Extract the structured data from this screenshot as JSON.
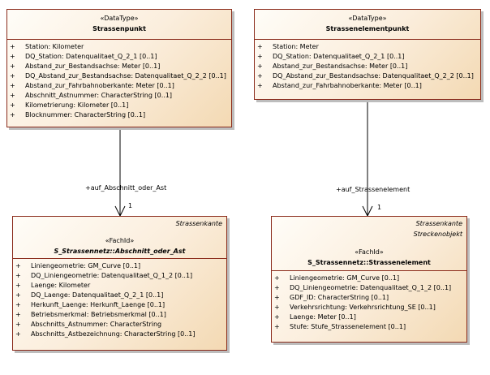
{
  "classes": {
    "strassenpunkt": {
      "stereotype": "«DataType»",
      "name": "Strassenpunkt",
      "attributes": [
        {
          "vis": "+",
          "text": "Station: Kilometer"
        },
        {
          "vis": "+",
          "text": "DQ_Station: Datenqualitaet_Q_2_1 [0..1]"
        },
        {
          "vis": "+",
          "text": "Abstand_zur_Bestandsachse: Meter [0..1]"
        },
        {
          "vis": "+",
          "text": "DQ_Abstand_zur_Bestandsachse: Datenqualitaet_Q_2_2 [0..1]"
        },
        {
          "vis": "+",
          "text": "Abstand_zur_Fahrbahnoberkante: Meter [0..1]"
        },
        {
          "vis": "+",
          "text": "Abschnitt_Astnummer: CharacterString [0..1]"
        },
        {
          "vis": "+",
          "text": "Kilometrierung: Kilometer [0..1]"
        },
        {
          "vis": "+",
          "text": "Blocknummer: CharacterString [0..1]"
        }
      ]
    },
    "strassenelementpunkt": {
      "stereotype": "«DataType»",
      "name": "Strassenelementpunkt",
      "attributes": [
        {
          "vis": "+",
          "text": "Station: Meter"
        },
        {
          "vis": "+",
          "text": "DQ_Station: Datenqualitaet_Q_2_1 [0..1]"
        },
        {
          "vis": "+",
          "text": "Abstand_zur_Bestandsachse: Meter [0..1]"
        },
        {
          "vis": "+",
          "text": "DQ_Abstand_zur_Bestandsachse: Datenqualitaet_Q_2_2 [0..1]"
        },
        {
          "vis": "+",
          "text": "Abstand_zur_Fahrbahnoberkante: Meter [0..1]"
        }
      ]
    },
    "abschnitt": {
      "tag": "Strassenkante",
      "stereotype": "«FachId»",
      "name": "S_Strassennetz::Abschnitt_oder_Ast",
      "attributes": [
        {
          "vis": "+",
          "text": "Liniengeometrie: GM_Curve [0..1]"
        },
        {
          "vis": "+",
          "text": "DQ_Liniengeometrie: Datenqualitaet_Q_1_2 [0..1]"
        },
        {
          "vis": "+",
          "text": "Laenge: Kilometer"
        },
        {
          "vis": "+",
          "text": "DQ_Laenge: Datenqualitaet_Q_2_1 [0..1]"
        },
        {
          "vis": "+",
          "text": "Herkunft_Laenge: Herkunft_Laenge [0..1]"
        },
        {
          "vis": "+",
          "text": "Betriebsmerkmal: Betriebsmerkmal [0..1]"
        },
        {
          "vis": "+",
          "text": "Abschnitts_Astnummer: CharacterString"
        },
        {
          "vis": "+",
          "text": "Abschnitts_Astbezeichnung: CharacterString [0..1]"
        }
      ]
    },
    "strassenelement": {
      "tag1": "Strassenkante",
      "tag2": "Streckenobjekt",
      "stereotype": "«FachId»",
      "name": "S_Strassennetz::Strassenelement",
      "attributes": [
        {
          "vis": "+",
          "text": "Liniengeometrie: GM_Curve [0..1]"
        },
        {
          "vis": "+",
          "text": "DQ_Liniengeometrie: Datenqualitaet_Q_1_2 [0..1]"
        },
        {
          "vis": "+",
          "text": "GDF_ID: CharacterString [0..1]"
        },
        {
          "vis": "+",
          "text": "Verkehrsrichtung: Verkehrsrichtung_SE [0..1]"
        },
        {
          "vis": "+",
          "text": "Laenge: Meter [0..1]"
        },
        {
          "vis": "+",
          "text": "Stufe: Stufe_Strassenelement [0..1]"
        }
      ]
    }
  },
  "associations": {
    "left": {
      "role": "+auf_Abschnitt_oder_Ast",
      "multiplicity": "1"
    },
    "right": {
      "role": "+auf_Strassenelement",
      "multiplicity": "1"
    }
  },
  "colors": {
    "border": "#8a2a1a",
    "fill_light": "#fffdf8",
    "fill_dark": "#f3d9b3",
    "shadow": "#bdbdbd"
  }
}
